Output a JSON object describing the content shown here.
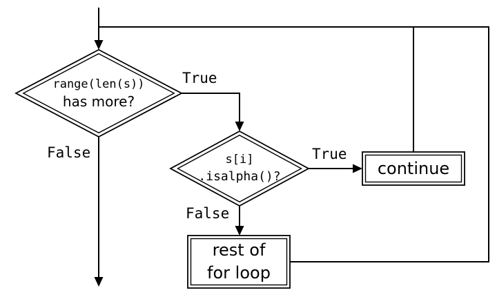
{
  "colors": {
    "ink": "#000000",
    "background": "#ffffff"
  },
  "nodes": {
    "loop_condition": {
      "type": "decision",
      "line1": "range(len(s))",
      "line2": "has more?"
    },
    "alpha_check": {
      "type": "decision",
      "line1": "s[i]",
      "line2": ".isalpha()?"
    },
    "continue_stmt": {
      "type": "process",
      "label": "continue"
    },
    "rest_of_loop": {
      "type": "process",
      "line1": "rest of",
      "line2": "for loop"
    }
  },
  "edge_labels": {
    "condition_true": "True",
    "condition_false": "False",
    "check_true": "True",
    "check_false": "False"
  }
}
